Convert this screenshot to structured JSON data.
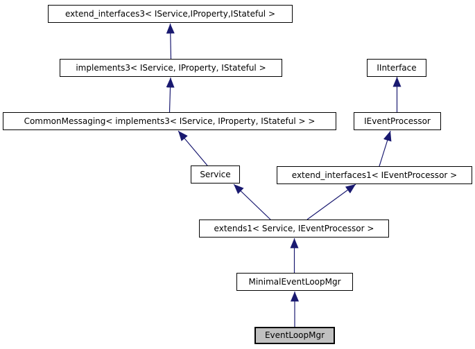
{
  "diagram": {
    "type": "class-inheritance-graph",
    "highlighted_node": "EventLoopMgr",
    "colors": {
      "edge": "#191970",
      "node_border": "#000000",
      "node_fill": "#ffffff",
      "highlight_fill": "#c0c0c0",
      "text": "#000000",
      "background": "#ffffff"
    },
    "nodes": [
      {
        "id": "extend_interfaces3",
        "label": "extend_interfaces3< IService,IProperty,IStateful >"
      },
      {
        "id": "implements3",
        "label": "implements3< IService, IProperty, IStateful >"
      },
      {
        "id": "CommonMessaging",
        "label": "CommonMessaging< implements3< IService, IProperty, IStateful > >"
      },
      {
        "id": "IInterface",
        "label": "IInterface"
      },
      {
        "id": "IEventProcessor",
        "label": "IEventProcessor"
      },
      {
        "id": "Service",
        "label": "Service"
      },
      {
        "id": "extend_interfaces1",
        "label": "extend_interfaces1< IEventProcessor >"
      },
      {
        "id": "extends1",
        "label": "extends1< Service, IEventProcessor >"
      },
      {
        "id": "MinimalEventLoopMgr",
        "label": "MinimalEventLoopMgr"
      },
      {
        "id": "EventLoopMgr",
        "label": "EventLoopMgr"
      }
    ],
    "edges": [
      {
        "from": "implements3",
        "to": "extend_interfaces3",
        "relation": "inherits"
      },
      {
        "from": "CommonMessaging",
        "to": "implements3",
        "relation": "inherits"
      },
      {
        "from": "Service",
        "to": "CommonMessaging",
        "relation": "inherits"
      },
      {
        "from": "IEventProcessor",
        "to": "IInterface",
        "relation": "inherits"
      },
      {
        "from": "extend_interfaces1",
        "to": "IEventProcessor",
        "relation": "inherits"
      },
      {
        "from": "extends1",
        "to": "Service",
        "relation": "inherits"
      },
      {
        "from": "extends1",
        "to": "extend_interfaces1",
        "relation": "inherits"
      },
      {
        "from": "MinimalEventLoopMgr",
        "to": "extends1",
        "relation": "inherits"
      },
      {
        "from": "EventLoopMgr",
        "to": "MinimalEventLoopMgr",
        "relation": "inherits"
      }
    ]
  }
}
